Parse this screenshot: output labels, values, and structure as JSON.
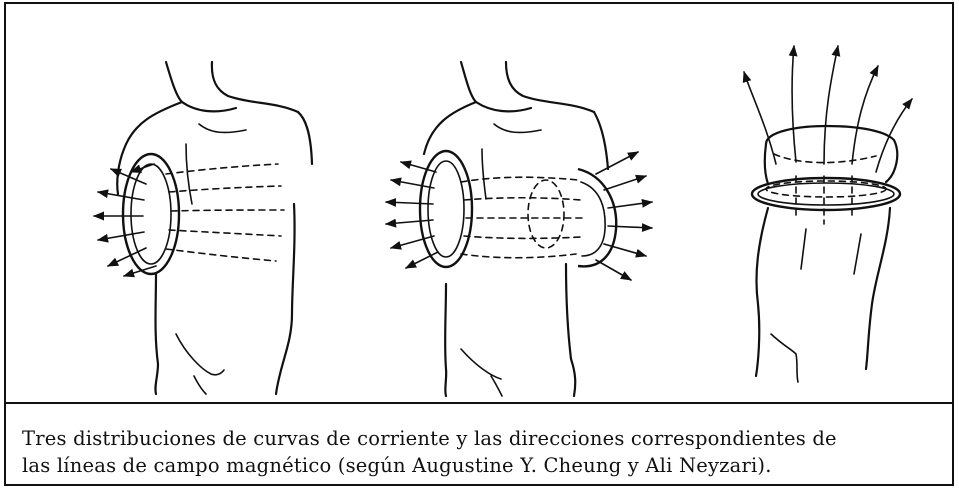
{
  "caption": {
    "line1": "Tres distribuciones de curvas de corriente y las direcciones correspondientes de",
    "line2": "las líneas de campo magnético (según Augustine Y. Cheung y Ali Neyzari)."
  },
  "figures": [
    {
      "icon": "torso-single-coil"
    },
    {
      "icon": "torso-two-coils"
    },
    {
      "icon": "torso-encircling-coil"
    }
  ]
}
